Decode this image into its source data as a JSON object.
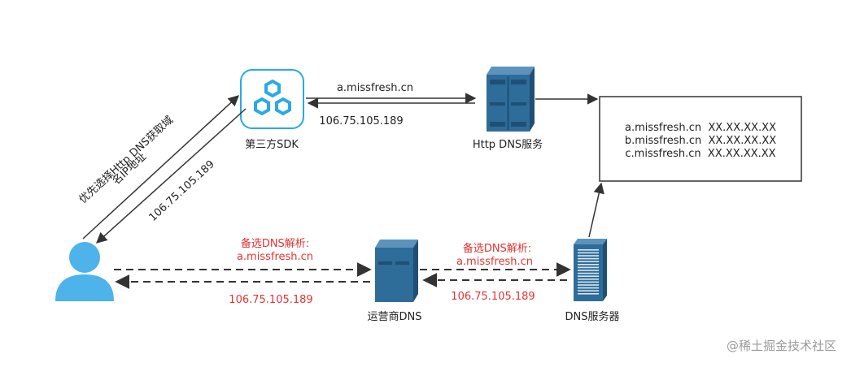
{
  "nodes": {
    "sdk_label": "第三方SDK",
    "httpdns_label": "Http DNS服务",
    "carrier_label": "运营商DNS",
    "dns_server_label": "DNS服务器"
  },
  "edges": {
    "sdk_to_httpdns": "a.missfresh.cn",
    "httpdns_to_sdk": "106.75.105.189",
    "user_to_sdk_line1": "优先选择Http DNS获取域",
    "user_to_sdk_line2": "名IP地址",
    "sdk_to_user": "106.75.105.189",
    "user_to_carrier_line1": "备选DNS解析:",
    "user_to_carrier_line2": "a.missfresh.cn",
    "carrier_to_user": "106.75.105.189",
    "carrier_to_dns_line1": "备选DNS解析:",
    "carrier_to_dns_line2": "a.missfresh.cn",
    "dns_to_carrier": "106.75.105.189"
  },
  "records": [
    "a.missfresh.cn  XX.XX.XX.XX",
    "b.missfresh.cn  XX.XX.XX.XX",
    "c.missfresh.cn  XX.XX.XX.XX"
  ],
  "watermark": "@稀土掘金技术社区",
  "colors": {
    "user": "#4db3ea",
    "sdk": "#29a9e8",
    "server": "#2e6c9a",
    "server_dark": "#1f4f75",
    "line": "#333333",
    "red_text": "#e53333"
  }
}
